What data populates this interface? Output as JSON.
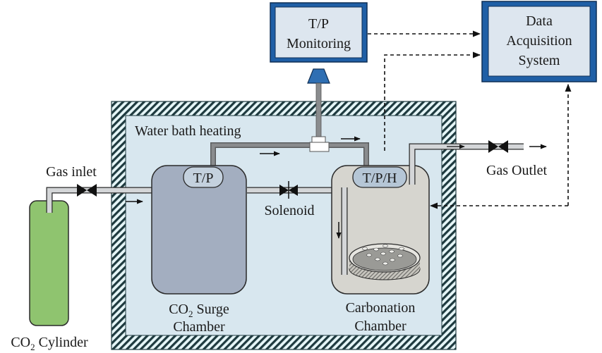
{
  "diagram": {
    "title": "CO2 carbonation experimental setup",
    "colors": {
      "box_border": "#1f5fa6",
      "box_fill": "#dde6ef",
      "bath_fill": "#d8e7ef",
      "hatch_stroke": "#1e3a3f",
      "cylinder_fill": "#8fc46f",
      "surge_fill": "#a3aec0",
      "carbonation_fill": "#d6d5cf",
      "pipe_fill": "#d4d6d8",
      "pipe_dark": "#8a8c8e",
      "stand_fill": "#2f6fb3"
    },
    "labels": {
      "tp_monitoring_line1": "T/P",
      "tp_monitoring_line2": "Monitoring",
      "daq_line1": "Data",
      "daq_line2": "Acquisition",
      "daq_line3": "System",
      "water_bath": "Water bath heating",
      "gas_inlet": "Gas inlet",
      "gas_outlet": "Gas Outlet",
      "solenoid": "Solenoid",
      "surge_sensor": "T/P",
      "carbonation_sensor": "T/P/H",
      "surge_line1_prefix": "CO",
      "surge_line1_sub": "2",
      "surge_line1_suffix": " Surge",
      "surge_line2": "Chamber",
      "carbonation_line1": "Carbonation",
      "carbonation_line2": "Chamber",
      "cylinder_prefix": "CO",
      "cylinder_sub": "2",
      "cylinder_suffix": " Cylinder"
    }
  }
}
